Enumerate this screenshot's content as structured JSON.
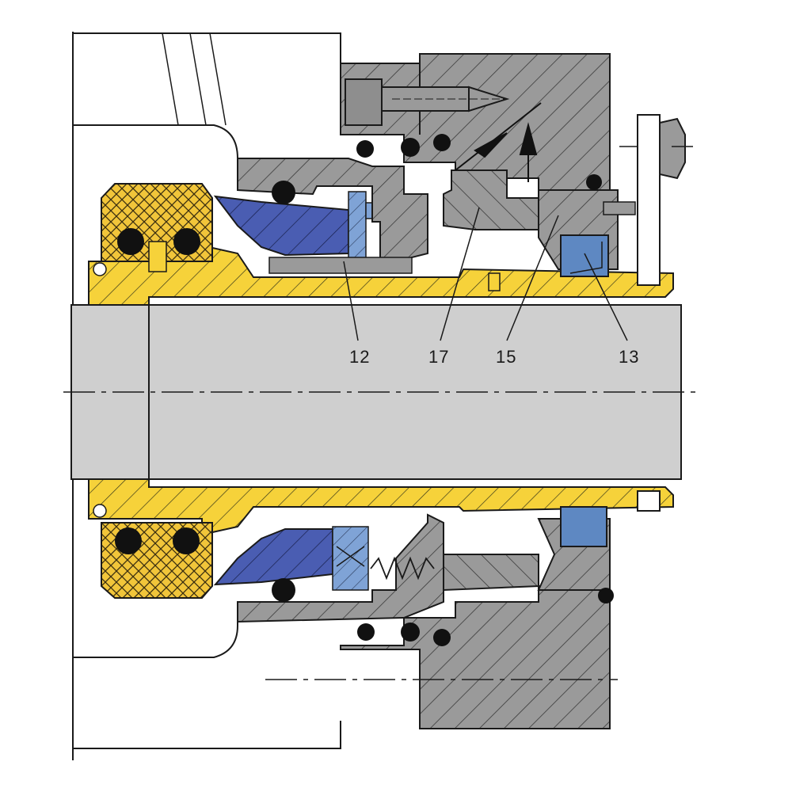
{
  "diagram": {
    "callouts": [
      {
        "id": "part-12",
        "label": "12"
      },
      {
        "id": "part-17",
        "label": "17"
      },
      {
        "id": "part-15",
        "label": "15"
      },
      {
        "id": "part-13",
        "label": "13"
      }
    ]
  },
  "colors": {
    "sleeve_yellow": "#f6d23a",
    "rotor_blue": "#4a5db2",
    "pin_blue": "#7fa3d6",
    "housing_gray": "#9a9a9a",
    "shaft_gray": "#cfcfcf",
    "oring_black": "#111111",
    "outline": "#1a1a1a"
  }
}
